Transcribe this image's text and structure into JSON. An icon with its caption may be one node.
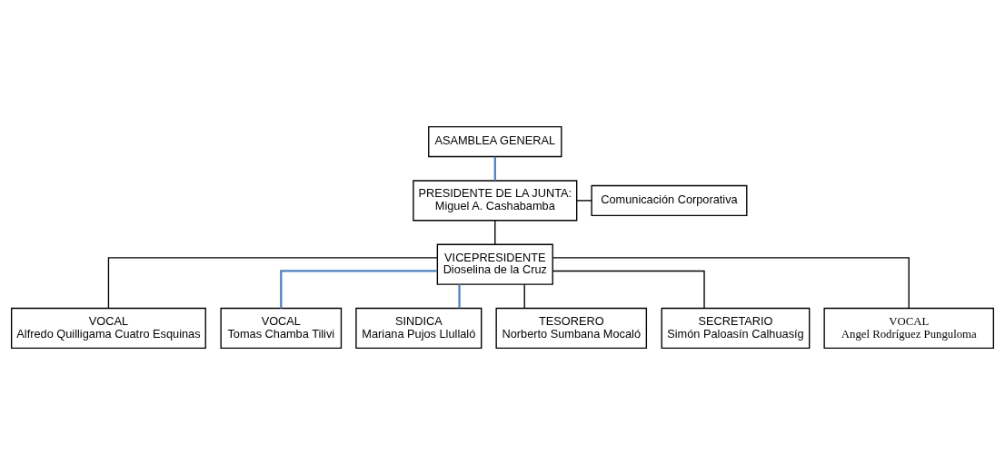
{
  "diagram": {
    "nodes": [
      {
        "text": [
          "ASAMBLEA GENERAL"
        ]
      },
      {
        "text": [
          "Comunicación Corporativa"
        ]
      },
      {
        "text": [
          "PRESIDENTE DE LA JUNTA:",
          "Miguel A. Cashabamba"
        ]
      },
      {
        "text": [
          "VICEPRESIDENTE",
          "Dioselina de la Cruz"
        ]
      },
      {
        "text": [
          "VOCAL",
          "Alfredo Quilligama Cuatro Esquinas"
        ]
      },
      {
        "text": [
          "VOCAL",
          "Tomas Chamba Tilivi"
        ]
      },
      {
        "text": [
          "SINDICA",
          "Mariana Pujos Llullaló"
        ]
      },
      {
        "text": [
          "TESORERO",
          "Norberto Sumbana Mocaló"
        ]
      },
      {
        "text": [
          "SECRETARIO",
          "Simón Paloasín Calhuasíg"
        ]
      },
      {
        "text": [
          "VOCAL",
          "Angel Rodríguez Punguloma"
        ]
      }
    ],
    "edges": [
      {
        "from": 0,
        "to": 2,
        "arrow": "none",
        "color": "#4f81bd"
      },
      {
        "from": 1,
        "to": 2,
        "arrow": "none"
      },
      {
        "from": 2,
        "to": 3,
        "arrow": "none"
      },
      {
        "from": 3,
        "to": 4,
        "arrow": "none"
      },
      {
        "from": 3,
        "to": 5,
        "arrow": "none",
        "color": "#4f81bd"
      },
      {
        "from": 3,
        "to": 6,
        "arrow": "none",
        "color": "#4f81bd"
      },
      {
        "from": 3,
        "to": 7,
        "arrow": "none"
      },
      {
        "from": 3,
        "to": 8,
        "arrow": "none"
      },
      {
        "from": 3,
        "to": 9,
        "arrow": "none"
      }
    ]
  }
}
